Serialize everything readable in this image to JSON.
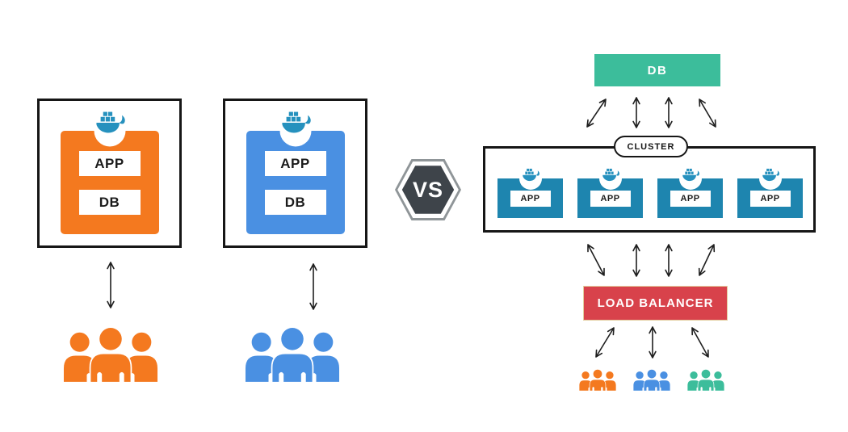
{
  "palette": {
    "host_orange": "#F4791F",
    "host_blue": "#4A90E2",
    "teal_green": "#3CBD9B",
    "cluster_app_blue": "#1E85AF",
    "load_balancer_red": "#D8424B",
    "vs_badge_dark": "#3E444A",
    "docker_whale_blue": "#2691BE",
    "outline_black": "#161616"
  },
  "standalone_hosts": [
    {
      "app_label": "APP",
      "db_label": "DB"
    },
    {
      "app_label": "APP",
      "db_label": "DB"
    }
  ],
  "vs_label": "VS",
  "clustered": {
    "db_label": "DB",
    "cluster_label": "CLUSTER",
    "app_nodes": [
      {
        "label": "APP"
      },
      {
        "label": "APP"
      },
      {
        "label": "APP"
      },
      {
        "label": "APP"
      }
    ],
    "load_balancer_label": "LOAD BALANCER"
  }
}
